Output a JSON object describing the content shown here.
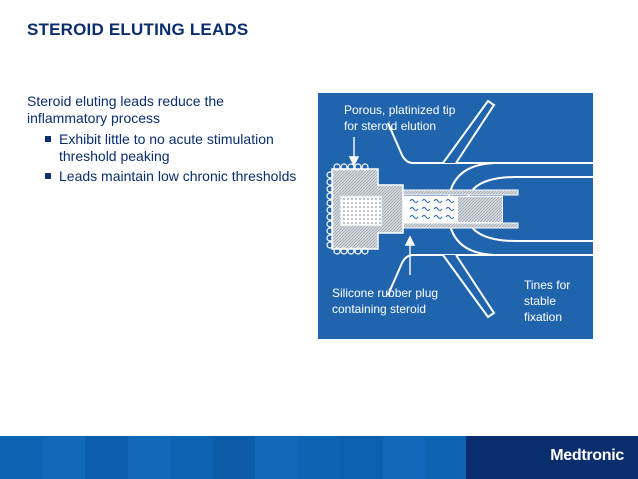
{
  "slide": {
    "title": "STEROID ELUTING LEADS",
    "intro": "Steroid eluting leads reduce the inflammatory process",
    "bullets": [
      "Exhibit little to no acute stimulation threshold peaking",
      "Leads maintain low chronic thresholds"
    ]
  },
  "figure": {
    "label_tip_line1": "Porous, platinized tip",
    "label_tip_line2": "for steroid elution",
    "label_plug_line1": "Silicone rubber plug",
    "label_plug_line2": "containing steroid",
    "label_tines_line1": "Tines for",
    "label_tines_line2": "stable",
    "label_tines_line3": "fixation"
  },
  "footer": {
    "logo": "Medtronic"
  },
  "colors": {
    "title": "#0a2d6e",
    "figure_bg": "#1f64ad",
    "footer_blue": "#0e63b3",
    "footer_navy": "#0a2d6e"
  }
}
